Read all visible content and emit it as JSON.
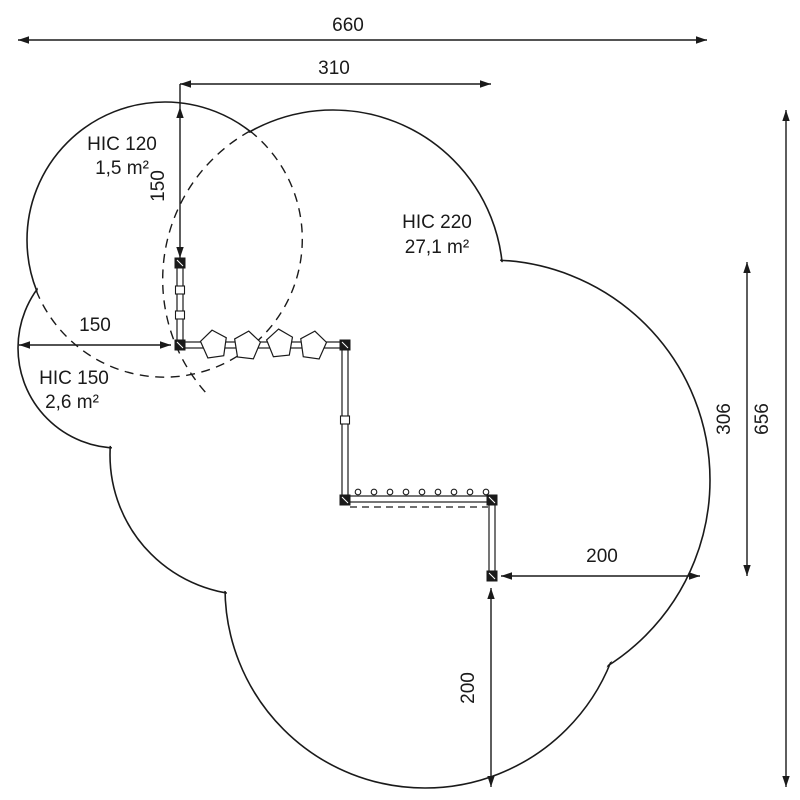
{
  "diagram": {
    "type": "playground-safety-area-plan",
    "zones": [
      {
        "label": "HIC 120",
        "area": "1,5 m²"
      },
      {
        "label": "HIC 220",
        "area": "27,1 m²"
      },
      {
        "label": "HIC 150",
        "area": "2,6 m²"
      }
    ],
    "dimensions": {
      "total_width": "660",
      "inner_top_width": "310",
      "top_inset": "150",
      "left_inset": "150",
      "right_span": "306",
      "total_height": "656",
      "bottom_right_span": "200",
      "bottom_inset": "200"
    },
    "colors": {
      "line": "#1a1a1a",
      "background": "#ffffff"
    }
  }
}
